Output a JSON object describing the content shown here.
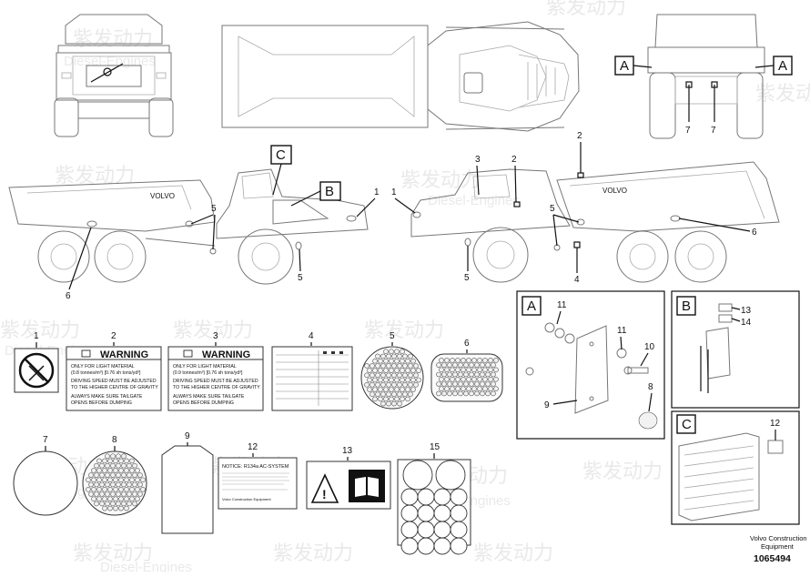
{
  "callouts": {
    "a": "A",
    "b": "B",
    "c": "C",
    "n1": "1",
    "n2": "2",
    "n3": "3",
    "n4": "4",
    "n5": "5",
    "n6": "6",
    "n7": "7",
    "n8": "8",
    "n9": "9",
    "n10": "10",
    "n11": "11",
    "n12": "12",
    "n13": "13",
    "n14": "14",
    "n15": "15"
  },
  "truck_logo": "VOLVO",
  "label_2": {
    "heading": "WARNING",
    "line1": "ONLY FOR LIGHT MATERIAL",
    "line2": "(0.8 tonnes/m³) [0.76 sh tons/yd³]",
    "line3": "DRIVING SPEED MUST BE ADJUSTED",
    "line4": "TO THE HIGHER CENTRE OF GRAVITY",
    "line5": "ALWAYS MAKE SURE TAILGATE",
    "line6": "OPENS BEFORE DUMPING"
  },
  "label_3": {
    "heading": "WARNING",
    "line1": "ONLY FOR LIGHT MATERIAL",
    "line2": "(0.9 tonnes/m³) [0.76 sh tons/yd³]",
    "line3": "DRIVING SPEED MUST BE ADJUSTED",
    "line4": "TO THE HIGHER CENTRE OF GRAVITY",
    "line5": "ALWAYS MAKE SURE TAILGATE",
    "line6": "OPENS BEFORE DUMPING"
  },
  "label_12": {
    "title": "NOTICE: R134a AC-SYSTEM",
    "footer": "Volvo Construction Equipment"
  },
  "footer": {
    "company_line1": "Volvo Construction",
    "company_line2": "Equipment",
    "drawing_number": "1065494"
  },
  "watermark": {
    "brand": "紫发动力",
    "sub": "Diesel-Engines"
  }
}
